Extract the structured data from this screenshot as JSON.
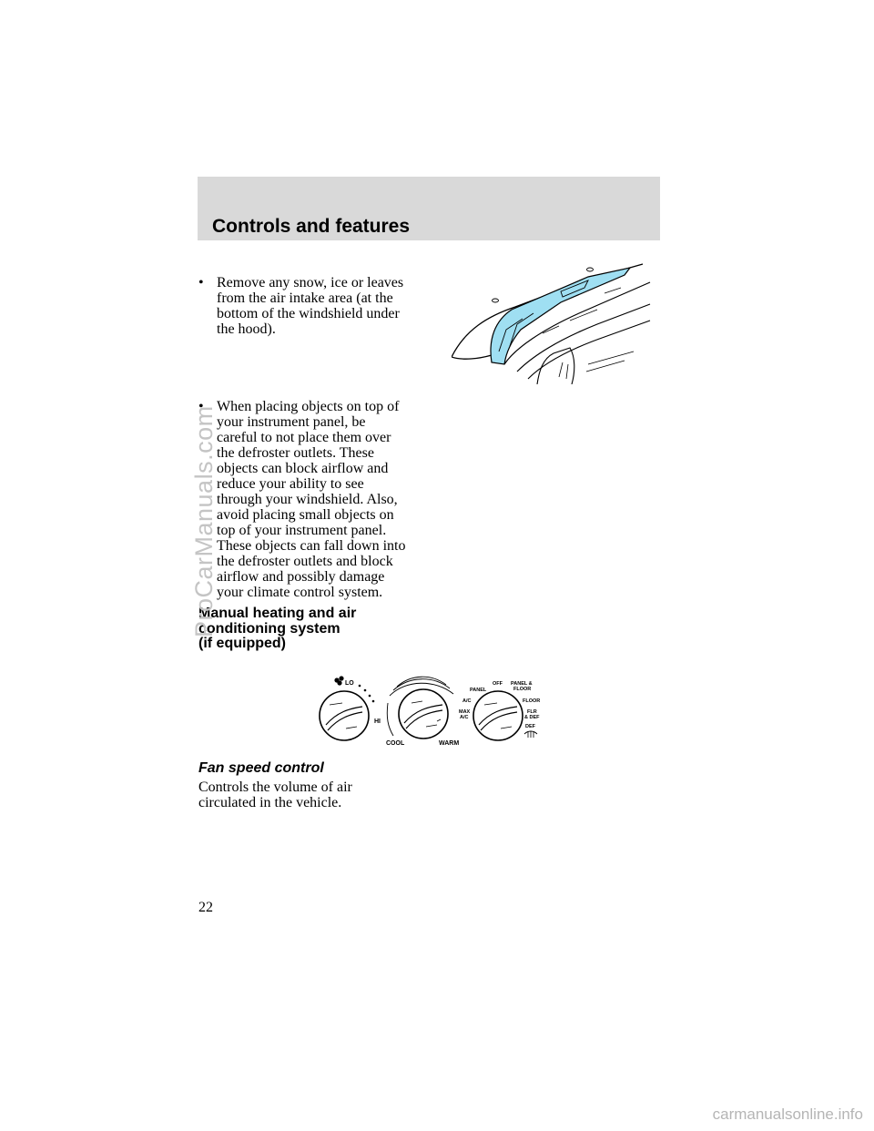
{
  "header": {
    "title": "Controls and features"
  },
  "bullets": [
    {
      "marker": "•",
      "text": "Remove any snow, ice or leaves\nfrom the air intake area (at the\nbottom of the windshield under\nthe hood)."
    },
    {
      "marker": "•",
      "text": "When placing objects on top of\nyour instrument panel, be\ncareful to not place them over\nthe defroster outlets. These\nobjects can block airflow and\nreduce your ability to see\nthrough your windshield. Also,\navoid placing small objects on\ntop of your instrument panel.\nThese objects can fall down into\nthe defroster outlets and block\nairflow and possibly damage\nyour climate control system."
    }
  ],
  "section": {
    "heading": "Manual heating and air\nconditioning system\n(if equipped)"
  },
  "controls_figure": {
    "fan_labels": {
      "lo": "LO",
      "hi": "HI"
    },
    "temp_labels": {
      "cool": "COOL",
      "warm": "WARM"
    },
    "mode_labels": {
      "panel": "PANEL",
      "off": "OFF",
      "panel_floor_1": "PANEL &",
      "panel_floor_2": "FLOOR",
      "ac": "A/C",
      "floor": "FLOOR",
      "max_1": "MAX",
      "max_2": "A/C",
      "flr_def_1": "FLR",
      "flr_def_2": "& DEF",
      "def": "DEF"
    },
    "highlight_color": "#9fdff2"
  },
  "subsection": {
    "heading": "Fan speed control",
    "text": "Controls the volume of air\ncirculated in the vehicle."
  },
  "page_number": "22",
  "watermarks": {
    "side": "ProCarManuals.com",
    "bottom": "carmanualsonline.info"
  }
}
